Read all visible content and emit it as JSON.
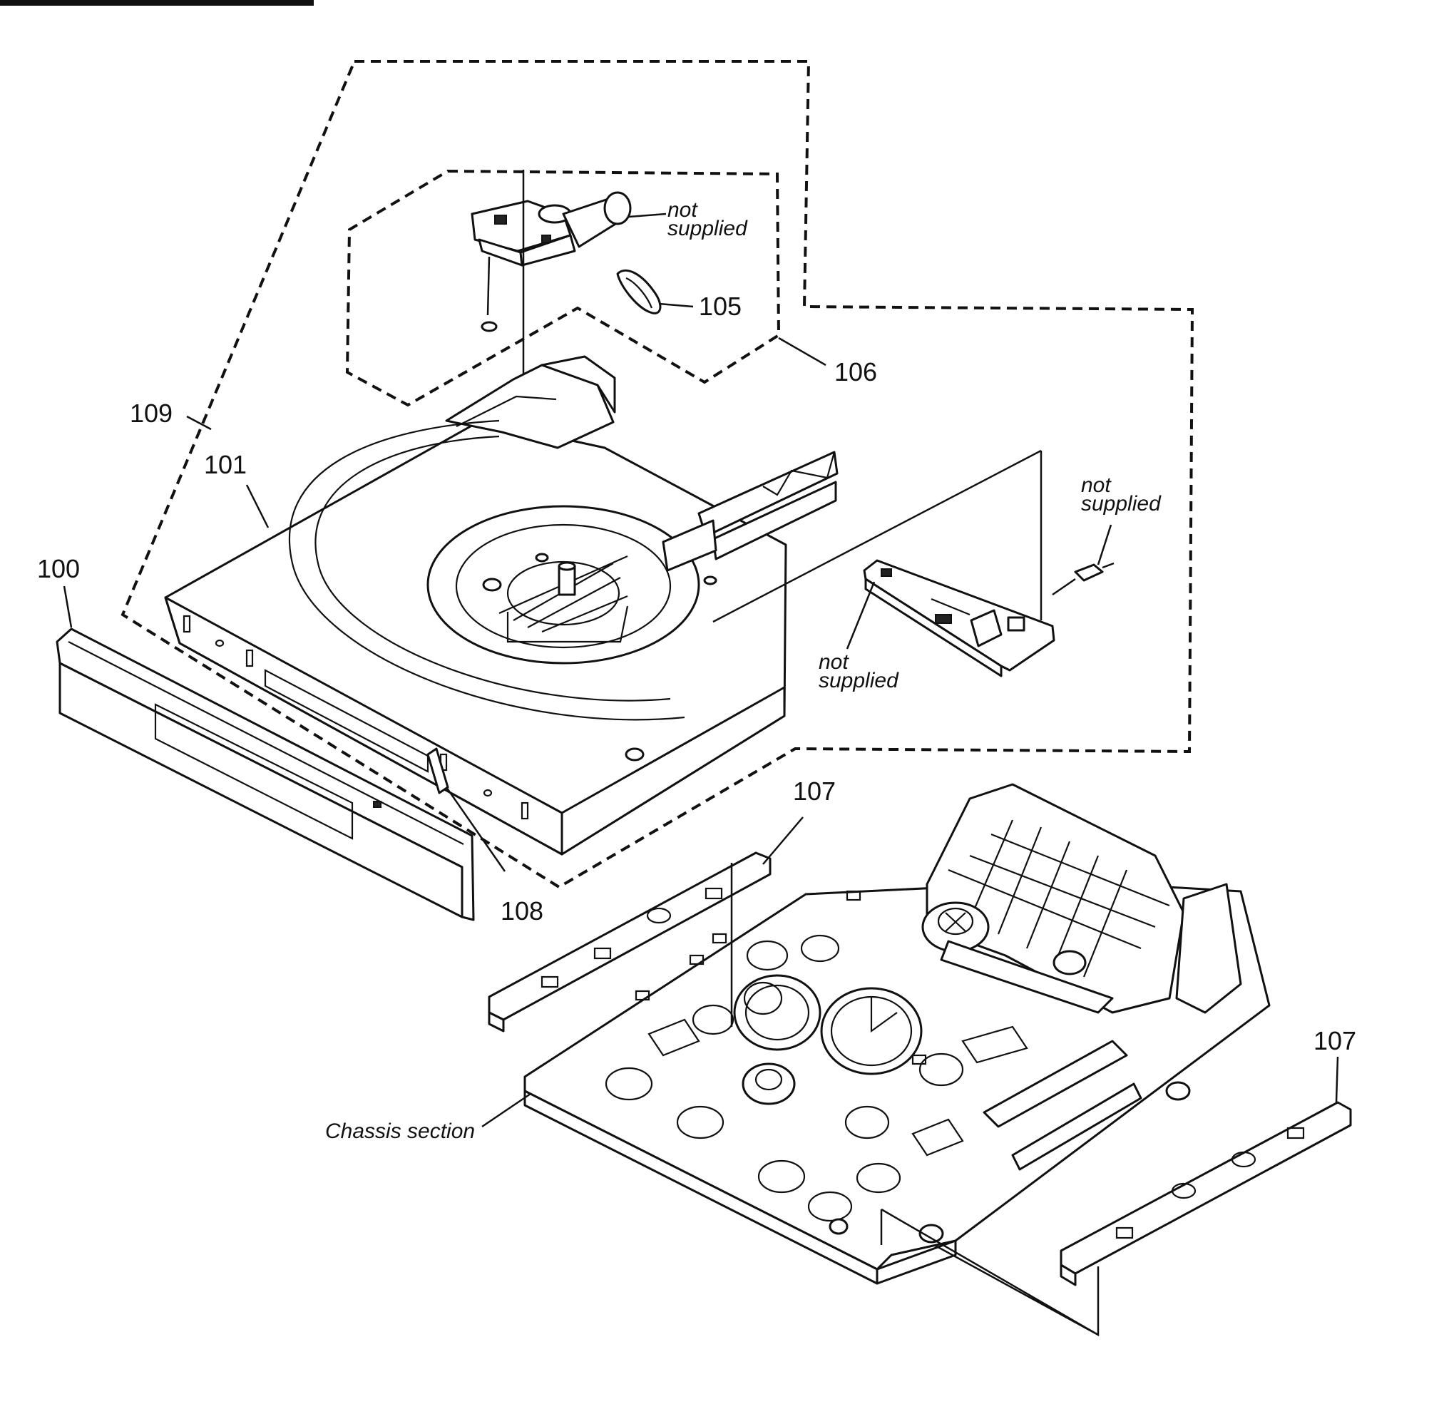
{
  "labels": {
    "l100": "100",
    "l101": "101",
    "l105": "105",
    "l106": "106",
    "l107a": "107",
    "l107b": "107",
    "l108": "108",
    "l109": "109"
  },
  "notes": {
    "motor_line1": "not",
    "motor_line2": "supplied",
    "connector_line1": "not",
    "connector_line2": "supplied",
    "board_line1": "not",
    "board_line2": "supplied",
    "chassis": "Chassis section"
  }
}
